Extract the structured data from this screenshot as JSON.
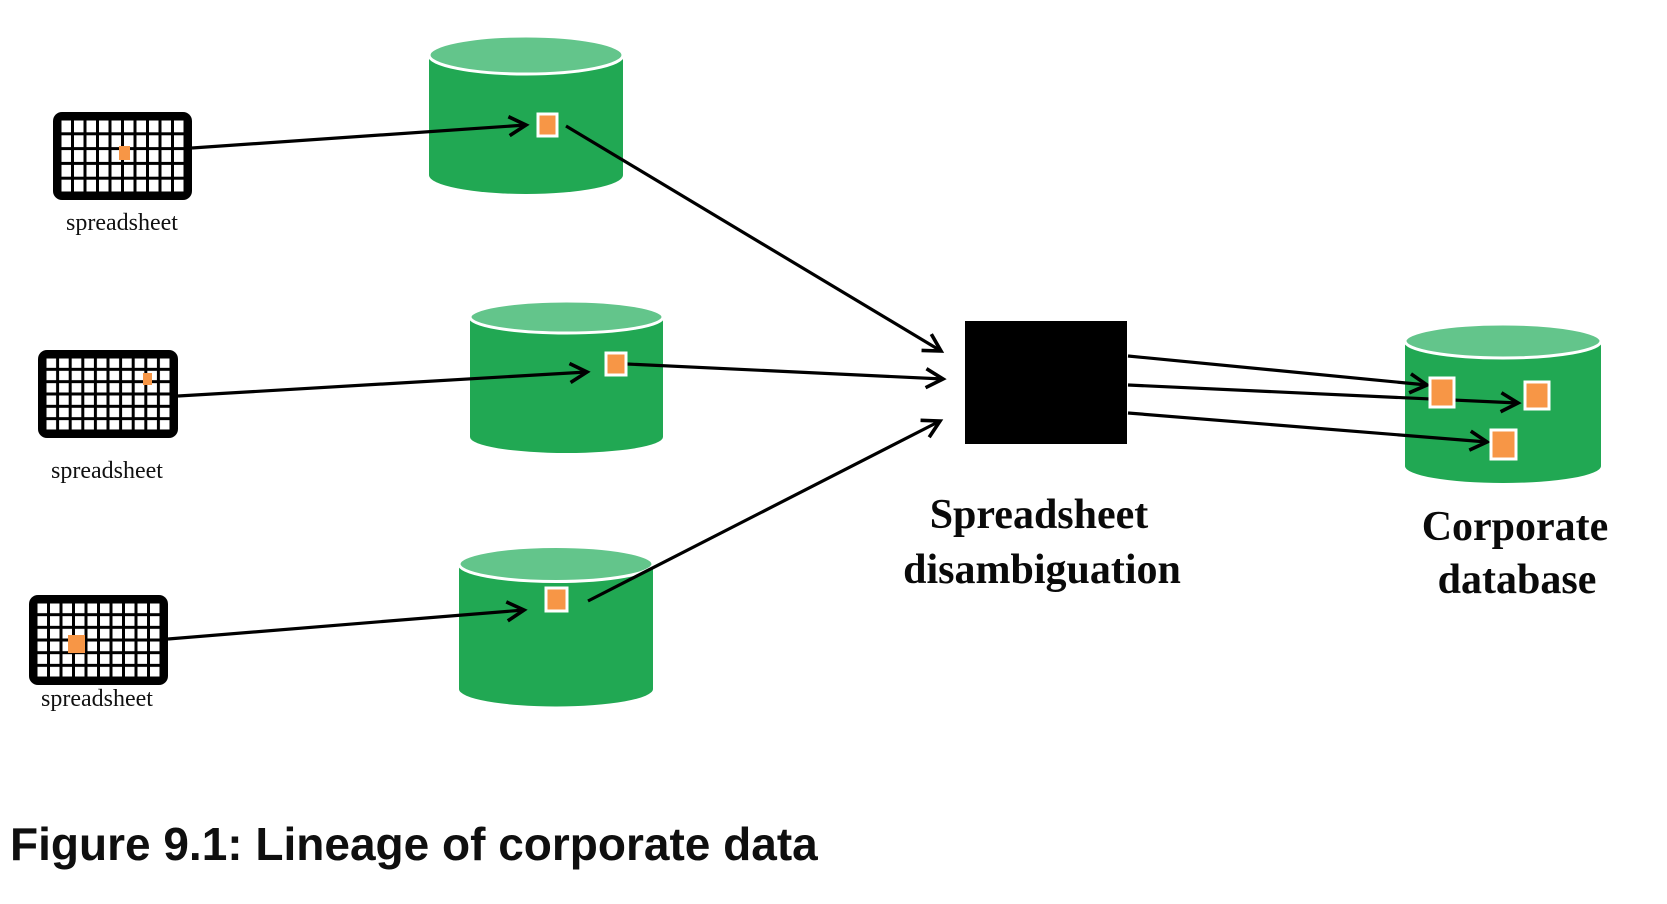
{
  "figure": {
    "caption": "Figure 9.1: Lineage of corporate data"
  },
  "sources": [
    {
      "label": "spreadsheet"
    },
    {
      "label": "spreadsheet"
    },
    {
      "label": "spreadsheet"
    }
  ],
  "processor": {
    "label_line1": "Spreadsheet",
    "label_line2": "disambiguation"
  },
  "target_database": {
    "label_line1": "Corporate",
    "label_line2": "database"
  },
  "colors": {
    "cylinder_body": "#21A853",
    "cylinder_top": "#63C58B",
    "highlight_cell": "#F79646",
    "processor_box": "#000000",
    "arrow": "#000000",
    "spreadsheet_frame": "#000000"
  }
}
